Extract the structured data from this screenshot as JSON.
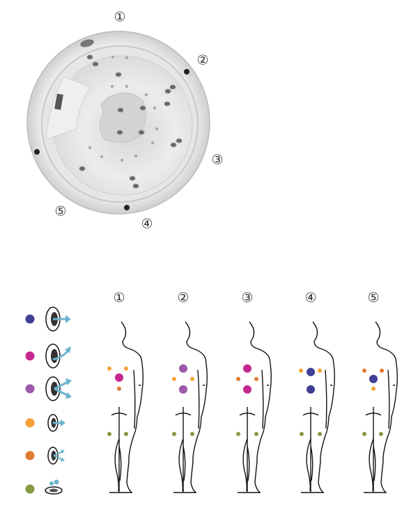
{
  "tub": {
    "position_labels": [
      "①",
      "②",
      "③",
      "④",
      "⑤"
    ]
  },
  "legend": [
    {
      "jet_type": "large-straight-jet",
      "color": "#3f3f96"
    },
    {
      "jet_type": "large-directional-jet",
      "color": "#c4288f"
    },
    {
      "jet_type": "large-twin-jet",
      "color": "#9b59a8"
    },
    {
      "jet_type": "small-straight-jet",
      "color": "#f5a234"
    },
    {
      "jet_type": "small-twin-jet",
      "color": "#e07b30"
    },
    {
      "jet_type": "air-bubble-jet",
      "color": "#859a42"
    }
  ],
  "figures": [
    {
      "label": "①",
      "jets": [
        "small-straight-jet",
        "small-straight-jet",
        "large-directional-jet",
        "small-twin-jet",
        "air-bubble-jet",
        "air-bubble-jet"
      ]
    },
    {
      "label": "②",
      "jets": [
        "large-twin-jet",
        "small-straight-jet",
        "small-straight-jet",
        "large-twin-jet",
        "air-bubble-jet",
        "air-bubble-jet"
      ]
    },
    {
      "label": "③",
      "jets": [
        "large-directional-jet",
        "small-twin-jet",
        "small-twin-jet",
        "large-directional-jet",
        "air-bubble-jet",
        "air-bubble-jet"
      ]
    },
    {
      "label": "④",
      "jets": [
        "small-straight-jet",
        "small-straight-jet",
        "large-straight-jet",
        "large-straight-jet",
        "air-bubble-jet",
        "air-bubble-jet"
      ]
    },
    {
      "label": "⑤",
      "jets": [
        "small-twin-jet",
        "small-twin-jet",
        "large-straight-jet",
        "small-straight-jet",
        "air-bubble-jet",
        "air-bubble-jet"
      ]
    }
  ]
}
